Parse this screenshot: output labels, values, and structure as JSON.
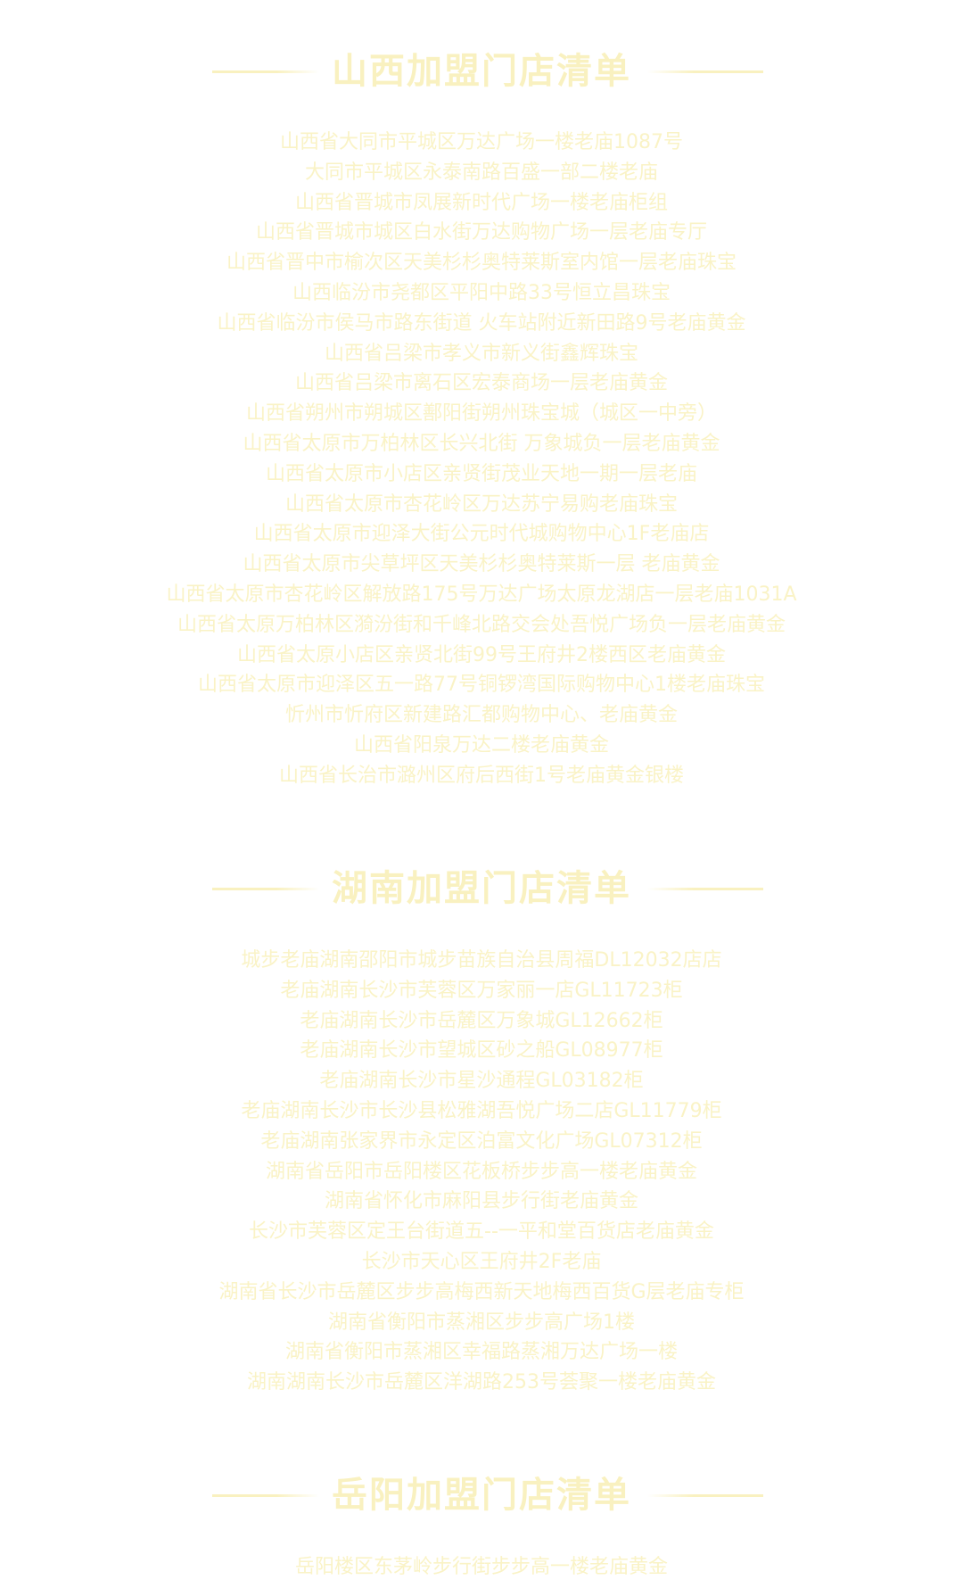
{
  "sections": [
    {
      "title": "山西加盟门店清单",
      "stores": [
        "山西省大同市平城区万达广场一楼老庙1087号",
        "大同市平城区永泰南路百盛一部二楼老庙",
        "山西省晋城市凤展新时代广场一楼老庙柜组",
        "山西省晋城市城区白水街万达购物广场一层老庙专厅",
        "山西省晋中市榆次区天美杉杉奥特莱斯室内馆一层老庙珠宝",
        "山西临汾市尧都区平阳中路33号恒立昌珠宝",
        "山西省临汾市侯马市路东街道 火车站附近新田路9号老庙黄金",
        "山西省吕梁市孝义市新义街鑫辉珠宝",
        "山西省吕梁市离石区宏泰商场一层老庙黄金",
        "山西省朔州市朔城区鄯阳街朔州珠宝城（城区一中旁）",
        "山西省太原市万柏林区长兴北街 万象城负一层老庙黄金",
        "山西省太原市小店区亲贤街茂业天地一期一层老庙",
        "山西省太原市杏花岭区万达苏宁易购老庙珠宝",
        "山西省太原市迎泽大街公元时代城购物中心1F老庙店",
        "山西省太原市尖草坪区天美杉杉奥特莱斯一层  老庙黄金",
        "山西省太原市杏花岭区解放路175号万达广场太原龙湖店一层老庙1031A",
        "山西省太原万柏林区漪汾街和千峰北路交会处吾悦广场负一层老庙黄金",
        "山西省太原小店区亲贤北街99号王府井2楼西区老庙黄金",
        "山西省太原市迎泽区五一路77号铜锣湾国际购物中心1楼老庙珠宝",
        "忻州市忻府区新建路汇都购物中心、老庙黄金",
        "山西省阳泉万达二楼老庙黄金",
        "山西省长治市潞州区府后西街1号老庙黄金银楼"
      ]
    },
    {
      "title": "湖南加盟门店清单",
      "stores": [
        "城步老庙湖南邵阳市城步苗族自治县周福DL12032店店",
        "老庙湖南长沙市芙蓉区万家丽一店GL11723柜",
        "老庙湖南长沙市岳麓区万象城GL12662柜",
        "老庙湖南长沙市望城区砂之船GL08977柜",
        "老庙湖南长沙市星沙通程GL03182柜",
        "老庙湖南长沙市长沙县松雅湖吾悦广场二店GL11779柜",
        "老庙湖南张家界市永定区泊富文化广场GL07312柜",
        "湖南省岳阳市岳阳楼区花板桥步步高一楼老庙黄金",
        "湖南省怀化市麻阳县步行街老庙黄金",
        "长沙市芙蓉区定王台街道五--一平和堂百货店老庙黄金",
        "长沙市天心区王府井2F老庙",
        "湖南省长沙市岳麓区步步高梅西新天地梅西百货G层老庙专柜",
        "湖南省衡阳市蒸湘区步步高广场1楼",
        "湖南省衡阳市蒸湘区幸福路蒸湘万达广场一楼",
        "湖南湖南长沙市岳麓区洋湖路253号荟聚一楼老庙黄金"
      ]
    },
    {
      "title": "岳阳加盟门店清单",
      "stores": [
        "岳阳楼区东茅岭步行街步步高一楼老庙黄金"
      ]
    }
  ]
}
